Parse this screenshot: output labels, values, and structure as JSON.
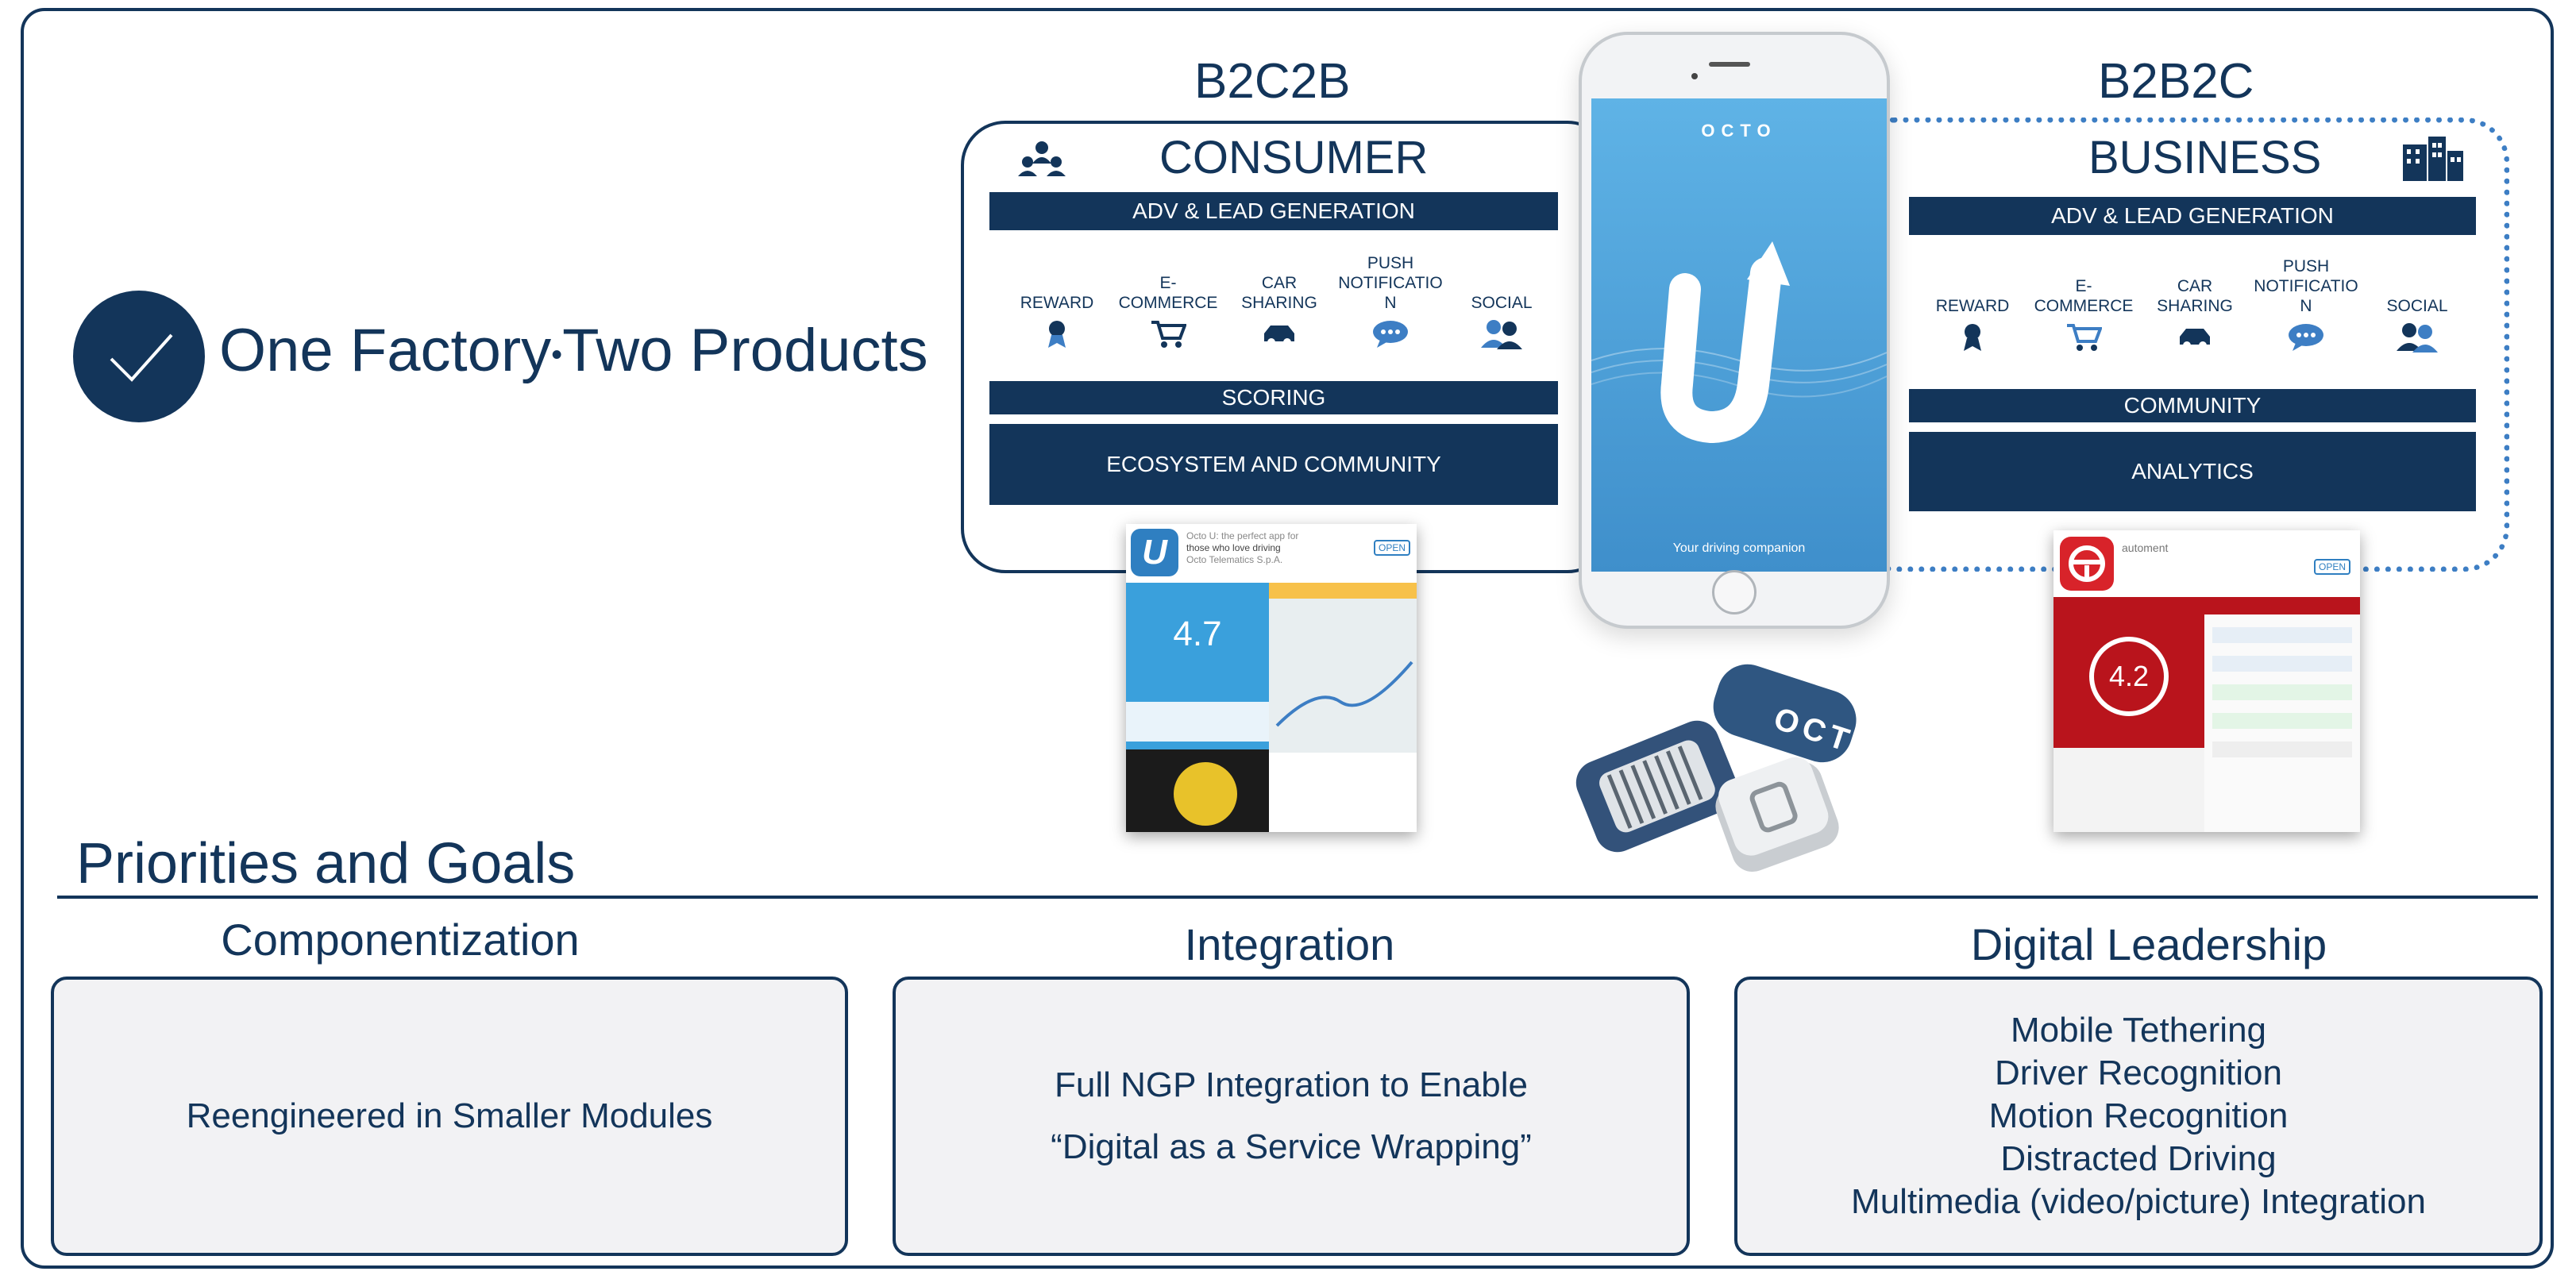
{
  "headline": {
    "part1": "One Factory",
    "separator": "•",
    "part2": "Two Products"
  },
  "consumer": {
    "model": "B2C2B",
    "title": "CONSUMER",
    "icon": "people-group-icon",
    "adv_bar": "ADV & LEAD GENERATION",
    "features": [
      {
        "label": "REWARD",
        "icon": "medal-icon"
      },
      {
        "label": "E-\nCOMMERCE",
        "icon": "shopping-cart-icon"
      },
      {
        "label": "CAR\nSHARING",
        "icon": "car-icon"
      },
      {
        "label": "PUSH\nNOTIFICATIO\nN",
        "icon": "chat-bubble-icon"
      },
      {
        "label": "SOCIAL",
        "icon": "users-icon"
      }
    ],
    "scoring_bar": "SCORING",
    "bottom_bar": "ECOSYSTEM AND COMMUNITY",
    "app_shot": {
      "score": "4.7",
      "header_line1": "Octo U: the perfect app for",
      "header_line2": "those who love driving",
      "header_line3": "Octo Telematics S.p.A.",
      "open": "OPEN"
    }
  },
  "business": {
    "model": "B2B2C",
    "title": "BUSINESS",
    "icon": "buildings-icon",
    "adv_bar": "ADV & LEAD GENERATION",
    "features": [
      {
        "label": "REWARD",
        "icon": "medal-icon"
      },
      {
        "label": "E-\nCOMMERCE",
        "icon": "shopping-cart-icon"
      },
      {
        "label": "CAR\nSHARING",
        "icon": "car-icon"
      },
      {
        "label": "PUSH\nNOTIFICATIO\nN",
        "icon": "chat-bubble-icon"
      },
      {
        "label": "SOCIAL",
        "icon": "users-icon"
      }
    ],
    "community_bar": "COMMUNITY",
    "bottom_bar": "ANALYTICS",
    "app_shot": {
      "score": "4.2",
      "header_line1": "automent",
      "open": "OPEN"
    }
  },
  "phone": {
    "brand": "OCTO",
    "tagline": "Your driving companion",
    "logo_letter": "U"
  },
  "device": {
    "brand": "OCTO"
  },
  "priorities": {
    "title": "Priorities and Goals",
    "columns": [
      {
        "title": "Componentization",
        "lines": [
          "Reengineered in Smaller Modules"
        ]
      },
      {
        "title": "Integration",
        "lines": [
          "Full NGP Integration to Enable",
          "“Digital as a Service Wrapping”"
        ]
      },
      {
        "title": "Digital Leadership",
        "lines": [
          "Mobile Tethering",
          "Driver Recognition",
          "Motion Recognition",
          "Distracted Driving",
          "Multimedia  (video/picture) Integration"
        ]
      }
    ]
  },
  "colors": {
    "navy": "#13355a",
    "accent_blue": "#3d7ec4",
    "goal_fill": "#f2f2f4"
  }
}
